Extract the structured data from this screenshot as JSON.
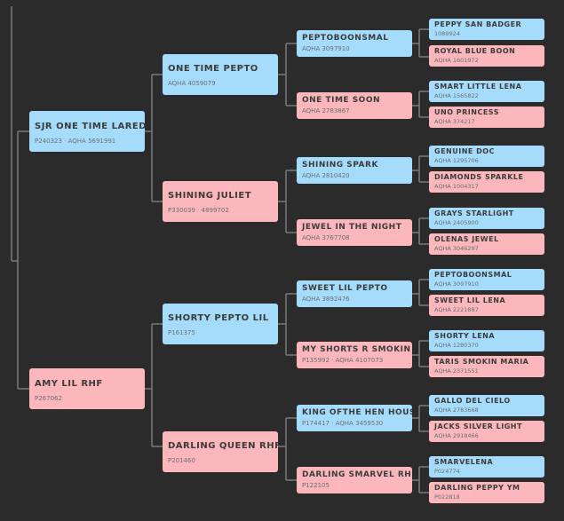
{
  "pedigree": {
    "sire": {
      "name": "SJR ONE TIME LAREDO",
      "reg": "P240323 · AQHA 5691991"
    },
    "dam": {
      "name": "AMY LIL RHF",
      "reg": "P267062"
    },
    "sire_sire": {
      "name": "ONE TIME PEPTO",
      "reg": "AQHA 4059079"
    },
    "sire_dam": {
      "name": "SHINING JULIET",
      "reg": "P330039 · 4899702"
    },
    "dam_sire": {
      "name": "SHORTY PEPTO LIL",
      "reg": "P161375"
    },
    "dam_dam": {
      "name": "DARLING QUEEN RHF",
      "reg": "P201460"
    },
    "g3": [
      {
        "name": "PEPTOBOONSMAL",
        "reg": "AQHA 3097910"
      },
      {
        "name": "ONE TIME SOON",
        "reg": "AQHA 2783867"
      },
      {
        "name": "SHINING SPARK",
        "reg": "AQHA 2810420"
      },
      {
        "name": "JEWEL IN THE NIGHT",
        "reg": "AQHA 3767708"
      },
      {
        "name": "SWEET LIL PEPTO",
        "reg": "AQHA 3892476"
      },
      {
        "name": "MY SHORTS R SMOKIN",
        "reg": "P135992 · AQHA 4107073"
      },
      {
        "name": "KING OFTHE HEN HOUSE",
        "reg": "P174417 · AQHA 3459530"
      },
      {
        "name": "DARLING SMARVEL RHF",
        "reg": "P122105"
      }
    ],
    "g4": [
      {
        "name": "PEPPY SAN BADGER",
        "reg": "1089924"
      },
      {
        "name": "ROYAL BLUE BOON",
        "reg": "AQHA 1601972"
      },
      {
        "name": "SMART LITTLE LENA",
        "reg": "AQHA 1565822"
      },
      {
        "name": "UNO PRINCESS",
        "reg": "AQHA 374217"
      },
      {
        "name": "GENUINE DOC",
        "reg": "AQHA 1295706"
      },
      {
        "name": "DIAMONDS SPARKLE",
        "reg": "AQHA 1004317"
      },
      {
        "name": "GRAYS STARLIGHT",
        "reg": "AQHA 2405900"
      },
      {
        "name": "OLENAS JEWEL",
        "reg": "AQHA 3046297"
      },
      {
        "name": "PEPTOBOONSMAL",
        "reg": "AQHA 3097910"
      },
      {
        "name": "SWEET LIL LENA",
        "reg": "AQHA 2221887"
      },
      {
        "name": "SHORTY LENA",
        "reg": "AQHA 1280370"
      },
      {
        "name": "TARIS SMOKIN MARIA",
        "reg": "AQHA 2371551"
      },
      {
        "name": "GALLO DEL CIELO",
        "reg": "AQHA 2783668"
      },
      {
        "name": "JACKS SILVER LIGHT",
        "reg": "AQHA 2918466"
      },
      {
        "name": "SMARVELENA",
        "reg": "P024774"
      },
      {
        "name": "DARLING PEPPY YM",
        "reg": "P022818"
      }
    ]
  }
}
